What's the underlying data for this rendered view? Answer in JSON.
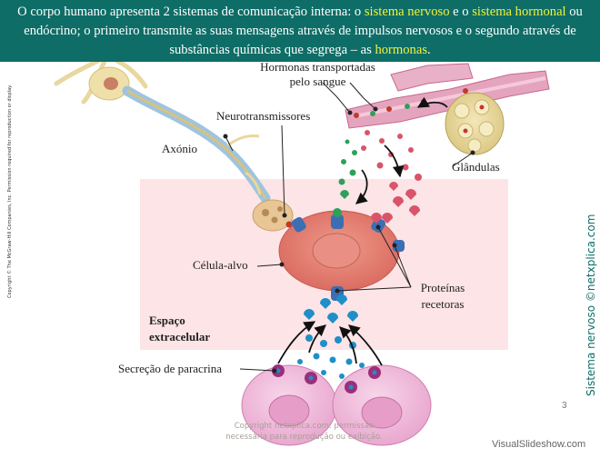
{
  "header": {
    "p1": "O corpo humano apresenta 2 sistemas de comunicação interna: o ",
    "h1": "sistema nervoso",
    "p2": " e o ",
    "h2": "sistema hormonal",
    "p3": " ou endócrino; o primeiro transmite as suas mensagens através de impulsos nervosos e o segundo através de substâncias químicas que segrega – as ",
    "h3": "hormonas",
    "p4": "."
  },
  "labels": {
    "hormonas_l1": "Hormonas transportadas",
    "hormonas_l2": "pelo sangue",
    "neurotransmissores": "Neurotransmissores",
    "axonio": "Axónio",
    "glandulas": "Glândulas",
    "celula_alvo": "Célula-alvo",
    "proteinas_l1": "Proteínas",
    "proteinas_l2": "recetoras",
    "espaco_l1": "Espaço",
    "espaco_l2": "extracelular",
    "secrecao": "Secreção de paracrina"
  },
  "side_copyright": "Copyright © The McGraw-Hill Companies, Inc. Permission required for reproduction or display.",
  "brand": "Sistema nervoso ©netxplica.com",
  "watermark_l1": "Copyright netxplica.com: permissão",
  "watermark_l2": "necessária para reprodução ou exibição.",
  "page_number": "3",
  "site": "VisualSlideshow.com",
  "colors": {
    "header_bg": "#0e6d67",
    "highlight": "#f3f23a",
    "extracellular_bg": "#fde4e6"
  }
}
